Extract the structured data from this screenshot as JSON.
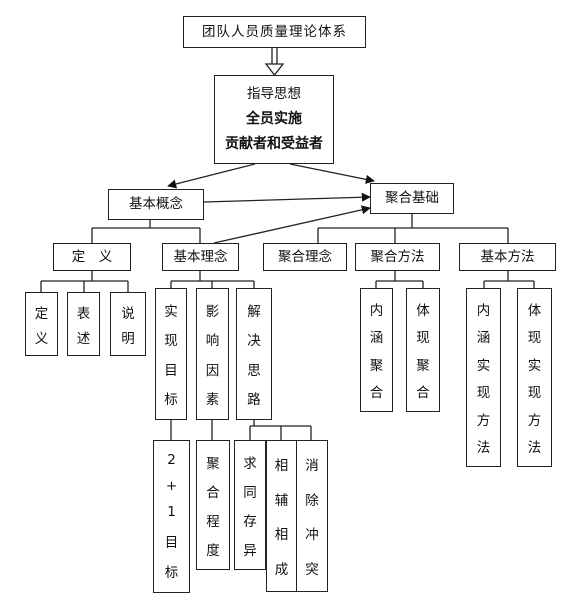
{
  "title": "团队人员质量理论体系",
  "core": {
    "line1": "指导思想",
    "line2": "全员实施",
    "line3": "贡献者和受益者"
  },
  "level1": {
    "basic_concept": "基本概念",
    "aggregation_basis": "聚合基础"
  },
  "level2": {
    "definition": "定　义",
    "basic_idea": "基本理念",
    "aggregation_idea": "聚合理念",
    "aggregation_method": "聚合方法",
    "basic_method": "基本方法"
  },
  "definition_children": [
    "定义",
    "表述",
    "说明"
  ],
  "basic_idea_children": [
    "实现目标",
    "影响因素",
    "解决思路"
  ],
  "goal_detail": [
    "2",
    "+",
    "1",
    "目",
    "标"
  ],
  "factor_detail": "聚合程度",
  "thinking_children": [
    "求同存异",
    "相辅相成",
    "消除冲突"
  ],
  "aggregation_method_children": [
    "内涵聚合",
    "体现聚合"
  ],
  "basic_method_children": [
    "内涵实现方法",
    "体现实现方法"
  ]
}
